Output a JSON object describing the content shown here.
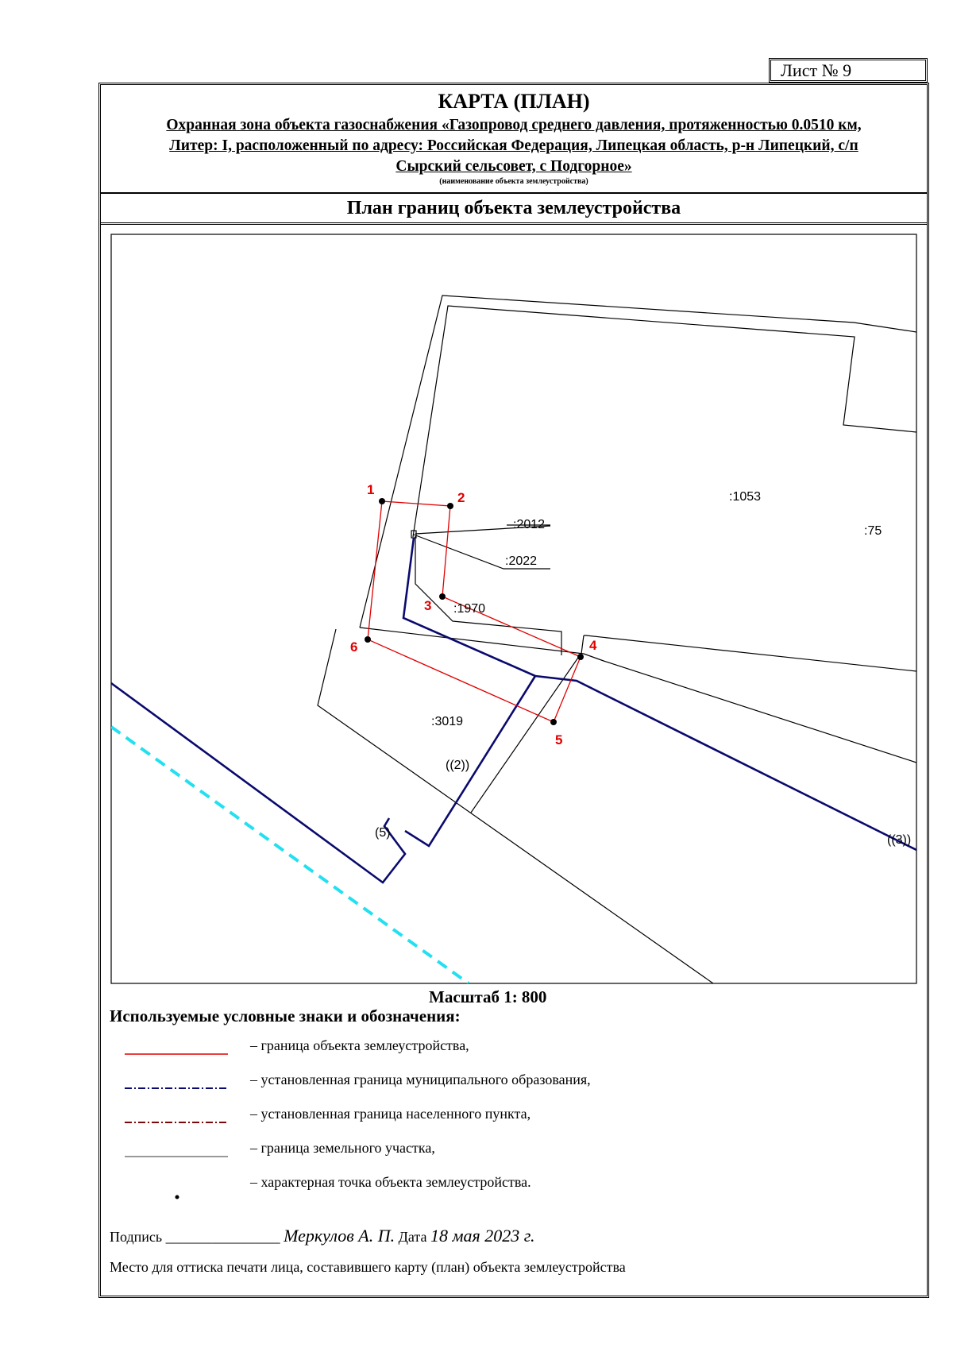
{
  "sheet": {
    "label": "Лист № 9"
  },
  "header": {
    "title": "КАРТА (ПЛАН)",
    "object_line1": "Охранная зона объекта газоснабжения «Газопровод среднего давления, протяженностью 0.0510 км,",
    "object_line2": "Литер: I, расположенный по адресу: Российская Федерация, Липецкая область, р-н Липецкий, с/п",
    "object_line3": "Сырский сельсовет, с Подгорное»",
    "caption": "(наименование объекта землеустройства)",
    "section_title": "План границ объекта землеустройства"
  },
  "map": {
    "points": [
      {
        "label": "1"
      },
      {
        "label": "2"
      },
      {
        "label": "3"
      },
      {
        "label": "4"
      },
      {
        "label": "5"
      },
      {
        "label": "6"
      }
    ],
    "parcels": [
      ":1053",
      ":75",
      ":2012",
      ":2022",
      ":1970",
      ":3019"
    ],
    "boundary_marks": [
      "((2))",
      "((3))",
      "(5)"
    ],
    "colors": {
      "object_boundary": "#e00000",
      "municipal_boundary": "#0a0a6e",
      "settlement_boundary": "#7a0a0a",
      "parcel_boundary": "#000000",
      "dashed_line": "#22e0f0"
    }
  },
  "scale": "Масштаб 1: 800",
  "legend": {
    "title": "Используемые условные знаки и обозначения:",
    "items": [
      {
        "text": "– граница объекта землеустройства,",
        "symbol": "red-line"
      },
      {
        "text": "– установленная граница муниципального образования,",
        "symbol": "navy-dashdot"
      },
      {
        "text": "– установленная граница населенного пункта,",
        "symbol": "maroon-dashdot"
      },
      {
        "text": "– граница земельного участка,",
        "symbol": "thin-line"
      },
      {
        "text": "– характерная точка объекта землеустройства.",
        "symbol": "dot"
      }
    ]
  },
  "signature": {
    "label": "Подпись",
    "blank": "________________",
    "name": "Меркулов А. П.",
    "date_label": "Дата",
    "date": "18 мая 2023 г."
  },
  "stamp_note": "Место для оттиска печати лица, составившего карту (план) объекта землеустройства"
}
